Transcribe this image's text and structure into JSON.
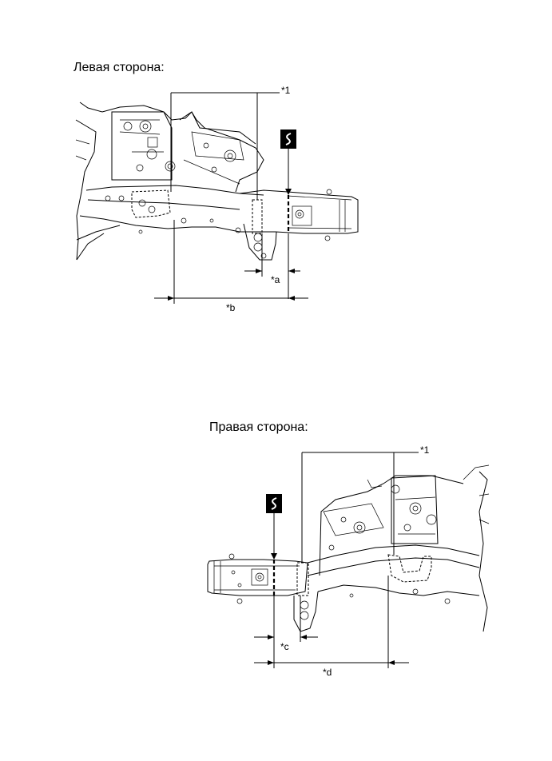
{
  "left": {
    "heading": "Левая сторона:",
    "callout": "*1",
    "dim_a": "*a",
    "dim_b": "*b"
  },
  "right": {
    "heading": "Правая сторона:",
    "callout": "*1",
    "dim_c": "*c",
    "dim_d": "*d"
  },
  "icons": {
    "cut_symbol": "cut-section-icon"
  }
}
